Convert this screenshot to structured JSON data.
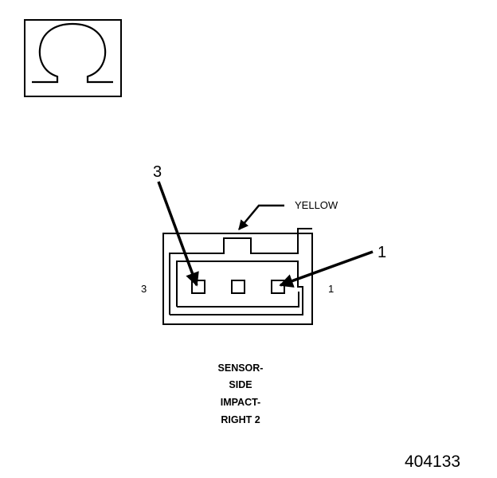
{
  "symbol": {
    "icon": "ohm-icon",
    "glyph": "Ω"
  },
  "connector": {
    "color_label": "YELLOW",
    "callout_3": "3",
    "callout_1": "1",
    "pin_label_3": "3",
    "pin_label_1": "1"
  },
  "caption": {
    "line1": "SENSOR-",
    "line2": "SIDE",
    "line3": "IMPACT-",
    "line4": "RIGHT 2"
  },
  "figure_number": "404133",
  "colors": {
    "ink": "#000000",
    "background": "#ffffff"
  }
}
